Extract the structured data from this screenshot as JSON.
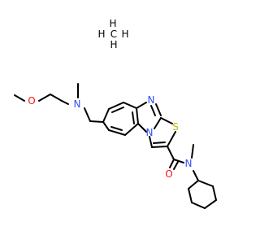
{
  "molecule": {
    "atoms": {
      "methoxy_o": "O",
      "amine_n": "N",
      "imidazole_n": "N",
      "bridge_n": "N",
      "thiazole_s": "S",
      "carbonyl_o": "O",
      "amide_n": "N"
    },
    "methane": {
      "h_top": "H",
      "h_left": "H",
      "c": "C",
      "h_right": "H",
      "h_bottom": "H"
    },
    "colors": {
      "oxygen": "#ff0d0d",
      "nitrogen": "#3050f8",
      "sulfur": "#c6b600",
      "carbon": "#000000"
    }
  }
}
